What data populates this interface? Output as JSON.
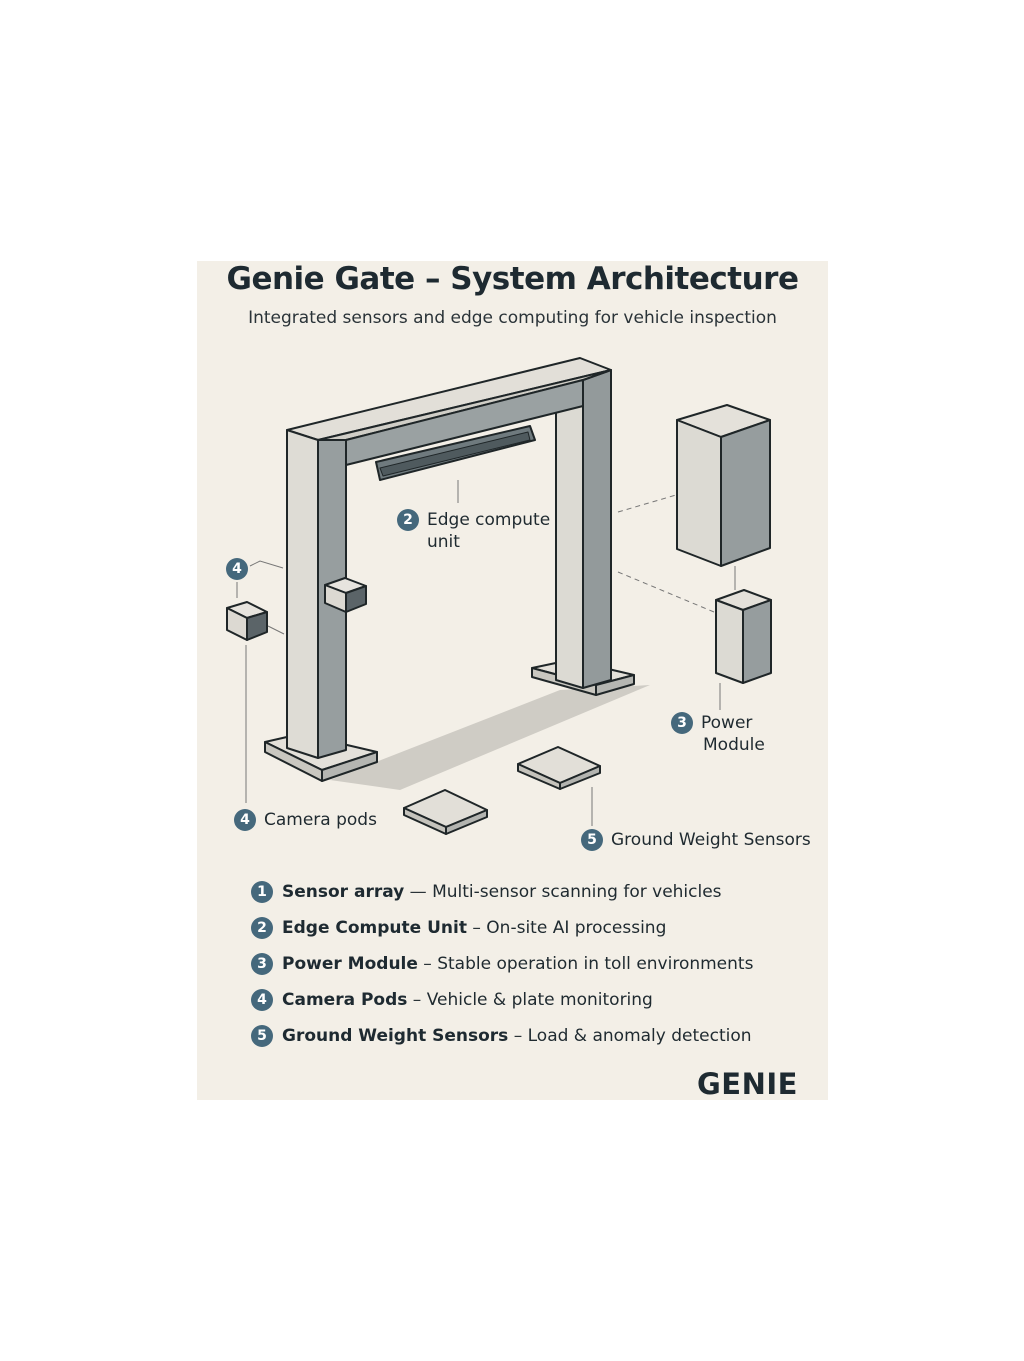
{
  "header": {
    "title": "Genie Gate – System Architecture",
    "subtitle": "Integrated sensors and edge computing for vehicle inspection"
  },
  "callouts": {
    "edge_compute": {
      "num": "2",
      "line1": "Edge compute",
      "line2": "unit"
    },
    "camera_top": {
      "num": "4"
    },
    "camera_pods": {
      "num": "4",
      "label": "Camera pods"
    },
    "power_module": {
      "num": "3",
      "line1": "Power",
      "line2": "Module"
    },
    "ground_sensors": {
      "num": "5",
      "label": "Ground Weight Sensors"
    }
  },
  "legend": [
    {
      "num": "1",
      "name": "Sensor array",
      "sep": " — ",
      "desc": "Multi-sensor scanning for vehicles"
    },
    {
      "num": "2",
      "name": "Edge Compute Unit",
      "sep": " – ",
      "desc": "On-site AI processing"
    },
    {
      "num": "3",
      "name": "Power Module",
      "sep": " – ",
      "desc": "Stable operation in toll environments"
    },
    {
      "num": "4",
      "name": "Camera Pods",
      "sep": " – ",
      "desc": "Vehicle & plate monitoring"
    },
    {
      "num": "5",
      "name": "Ground Weight Sensors",
      "sep": " – ",
      "desc": "Load & anomaly detection"
    }
  ],
  "logo": "GENIE",
  "colors": {
    "badge": "#45687c",
    "background": "#f3efe7",
    "metal_light": "#d6d4cd",
    "metal_dark": "#8e9596"
  }
}
